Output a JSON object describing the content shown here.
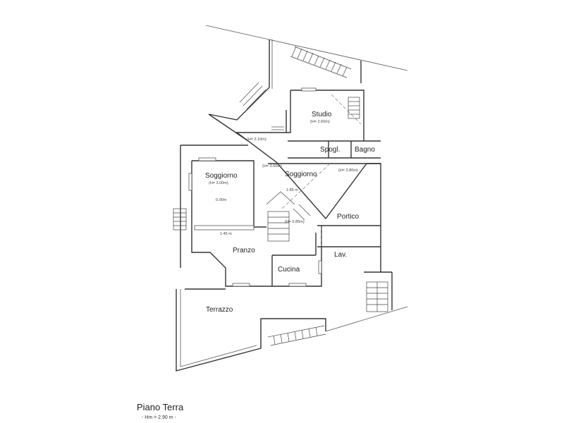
{
  "plan": {
    "title": "Piano Terra",
    "subtitle": "- Hm = 2.90 m -",
    "rooms": {
      "studio": "Studio",
      "studio_h": "(H= 2.60m)",
      "spogl": "Spogl.",
      "bagno": "Bagno",
      "soggiorno_left": "Soggiorno",
      "soggiorno_left_h": "(H= 3.00m)",
      "soggiorno_right": "Soggiorno",
      "soggiorno_right_h": "(H= 3.60m)",
      "portico": "Portico",
      "portico_h": "(H= 2.80m)",
      "pranzo": "Pranzo",
      "cucina": "Cucina",
      "lav": "Lav.",
      "terrazzo": "Terrazzo"
    },
    "heights": {
      "entry": "(H= 3.10m)",
      "stair": "(H= 5.85m)",
      "level_a": "0.00m",
      "level_b": "1.85 m",
      "level_c": "1.45 m"
    }
  }
}
